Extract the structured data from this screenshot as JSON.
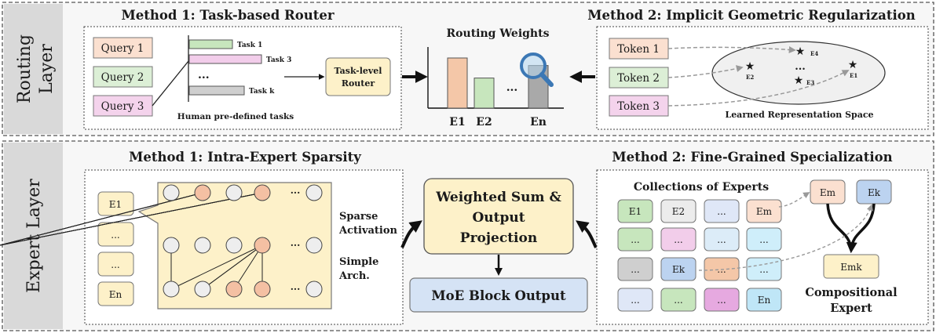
{
  "routing_layer": {
    "side_label_line1": "Routing",
    "side_label_line2": "Layer",
    "method1": {
      "title": "Method 1: Task-based Router",
      "queries": [
        "Query 1",
        "Query 2",
        "Query 3"
      ],
      "tasks": [
        "Task 1",
        "Task 3",
        "...",
        "Task k"
      ],
      "tasks_caption": "Human pre-defined tasks",
      "router_line1": "Task-level",
      "router_line2": "Router"
    },
    "routing_weights": {
      "title": "Routing Weights",
      "bars": [
        {
          "label": "E1",
          "value": 0.8,
          "color": "#f4c7a8"
        },
        {
          "label": "E2",
          "value": 0.48,
          "color": "#c7e6bd"
        },
        {
          "label": "En",
          "value": 0.68,
          "color": "#a9a9a9"
        }
      ],
      "ellipsis": "..."
    },
    "method2": {
      "title": "Method 2: Implicit Geometric Regularization",
      "tokens": [
        "Token 1",
        "Token 2",
        "Token 3"
      ],
      "stars": [
        {
          "label": "E4",
          "color": "#2a5bd7"
        },
        {
          "label": "E2",
          "color": "#2e9d3a"
        },
        {
          "label": "E3",
          "color": "#9b2fae"
        },
        {
          "label": "E1",
          "color": "#e0741c"
        }
      ],
      "space_ellipsis": "...",
      "space_caption": "Learned Representation Space"
    }
  },
  "expert_layer": {
    "side_label": "Expert Layer",
    "method1": {
      "title": "Method 1: Intra-Expert Sparsity",
      "experts": [
        "E1",
        "...",
        "...",
        "En"
      ],
      "ellipsis": "...",
      "sparse_line1": "Sparse",
      "sparse_line2": "Activation",
      "simple_line1": "Simple",
      "simple_line2": "Arch."
    },
    "center": {
      "weighted_line1": "Weighted Sum &",
      "weighted_line2": "Output",
      "weighted_line3": "Projection",
      "output": "MoE Block Output"
    },
    "method2": {
      "title": "Method 2: Fine-Grained Specialization",
      "collections_title": "Collections of Experts",
      "grid": [
        [
          {
            "t": "E1",
            "c": "#c7e6bd"
          },
          {
            "t": "E2",
            "c": "#ececec"
          },
          {
            "t": "...",
            "c": "#dfe7f7"
          },
          {
            "t": "Em",
            "c": "#fbe0d0"
          }
        ],
        [
          {
            "t": "...",
            "c": "#c7e6bd"
          },
          {
            "t": "...",
            "c": "#f2cdea"
          },
          {
            "t": "...",
            "c": "#dcecf8"
          },
          {
            "t": "...",
            "c": "#cfeefa"
          }
        ],
        [
          {
            "t": "...",
            "c": "#cfcfcf"
          },
          {
            "t": "Ek",
            "c": "#bcd3f0"
          },
          {
            "t": "...",
            "c": "#f4c7a8"
          },
          {
            "t": "...",
            "c": "#cfeefa"
          }
        ],
        [
          {
            "t": "...",
            "c": "#dfe7f7"
          },
          {
            "t": "...",
            "c": "#c7e6bd"
          },
          {
            "t": "...",
            "c": "#e6a9e0"
          },
          {
            "t": "En",
            "c": "#bfe6f7"
          }
        ]
      ],
      "em_label": "Em",
      "ek_label": "Ek",
      "emk_label": "Emk",
      "compositional_line1": "Compositional",
      "compositional_line2": "Expert"
    }
  },
  "colors": {
    "panel_bg": "#f7f7f7",
    "side_bg": "#d9d9d9",
    "query_orange": "#fbe0d0",
    "query_green": "#dcefd6",
    "query_pink": "#f4d3ec",
    "router_yellow": "#fdf1c9",
    "output_blue": "#d5e3f5",
    "expert_yellow": "#fdf1c9"
  }
}
